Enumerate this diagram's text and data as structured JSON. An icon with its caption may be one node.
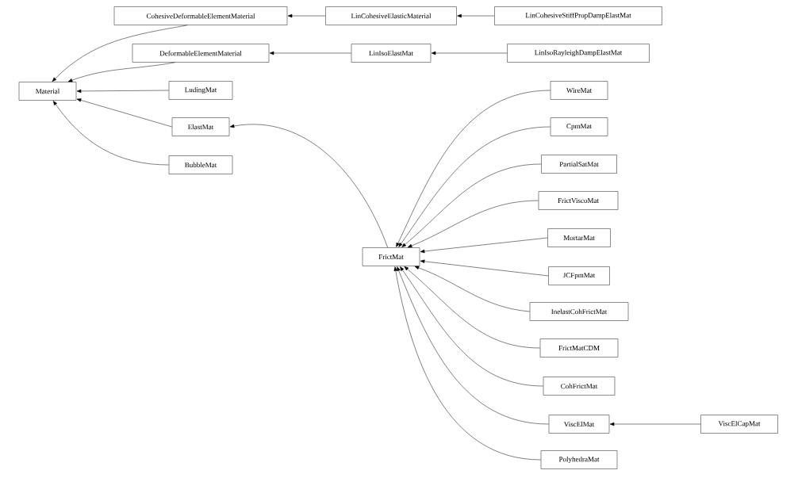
{
  "diagram": {
    "nodes": [
      {
        "text": [
          "Material"
        ]
      },
      {
        "text": [
          "CohesiveDeformableElementMaterial"
        ]
      },
      {
        "text": [
          "LinCohesiveElasticMaterial"
        ]
      },
      {
        "text": [
          "LinCohesiveStiffPropDampElastMat"
        ]
      },
      {
        "text": [
          "DeformableElementMaterial"
        ]
      },
      {
        "text": [
          "LinIsoElastMat"
        ]
      },
      {
        "text": [
          "LinIsoRayleighDampElastMat"
        ]
      },
      {
        "text": [
          "LudingMat"
        ]
      },
      {
        "text": [
          "ElastMat"
        ]
      },
      {
        "text": [
          "BubbleMat"
        ]
      },
      {
        "text": [
          "FrictMat"
        ]
      },
      {
        "text": [
          "WireMat"
        ]
      },
      {
        "text": [
          "CpmMat"
        ]
      },
      {
        "text": [
          "PartialSatMat"
        ]
      },
      {
        "text": [
          "FrictViscoMat"
        ]
      },
      {
        "text": [
          "MortarMat"
        ]
      },
      {
        "text": [
          "JCFpmMat"
        ]
      },
      {
        "text": [
          "InelastCohFrictMat"
        ]
      },
      {
        "text": [
          "FrictMatCDM"
        ]
      },
      {
        "text": [
          "CohFrictMat"
        ]
      },
      {
        "text": [
          "ViscElMat"
        ]
      },
      {
        "text": [
          "ViscElCapMat"
        ]
      },
      {
        "text": [
          "PolyhedraMat"
        ]
      }
    ],
    "edges": [
      {
        "from": 1,
        "to": 0,
        "arrow": "to"
      },
      {
        "from": 4,
        "to": 0,
        "arrow": "to"
      },
      {
        "from": 7,
        "to": 0,
        "arrow": "to"
      },
      {
        "from": 8,
        "to": 0,
        "arrow": "to"
      },
      {
        "from": 9,
        "to": 0,
        "arrow": "to"
      },
      {
        "from": 2,
        "to": 1,
        "arrow": "to"
      },
      {
        "from": 3,
        "to": 2,
        "arrow": "to"
      },
      {
        "from": 5,
        "to": 4,
        "arrow": "to"
      },
      {
        "from": 6,
        "to": 5,
        "arrow": "to"
      },
      {
        "from": 10,
        "to": 8,
        "arrow": "to"
      },
      {
        "from": 11,
        "to": 10,
        "arrow": "to"
      },
      {
        "from": 12,
        "to": 10,
        "arrow": "to"
      },
      {
        "from": 13,
        "to": 10,
        "arrow": "to"
      },
      {
        "from": 14,
        "to": 10,
        "arrow": "to"
      },
      {
        "from": 15,
        "to": 10,
        "arrow": "to"
      },
      {
        "from": 16,
        "to": 10,
        "arrow": "to"
      },
      {
        "from": 17,
        "to": 10,
        "arrow": "to"
      },
      {
        "from": 18,
        "to": 10,
        "arrow": "to"
      },
      {
        "from": 19,
        "to": 10,
        "arrow": "to"
      },
      {
        "from": 20,
        "to": 10,
        "arrow": "to"
      },
      {
        "from": 21,
        "to": 20,
        "arrow": "to"
      },
      {
        "from": 22,
        "to": 10,
        "arrow": "to"
      }
    ]
  }
}
